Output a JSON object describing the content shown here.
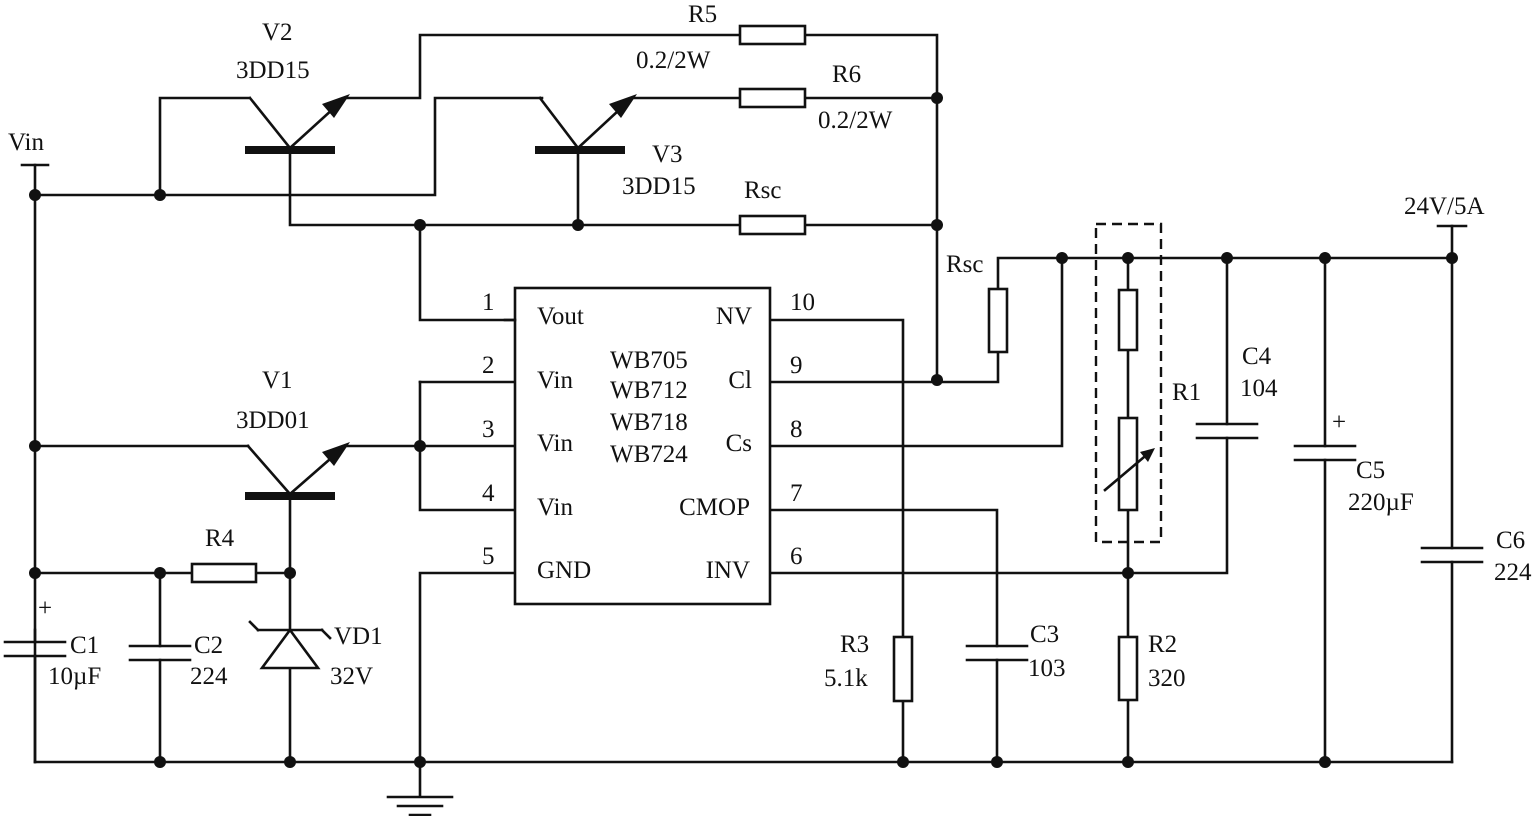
{
  "ic": {
    "part_numbers": [
      "WB705",
      "WB712",
      "WB718",
      "WB724"
    ],
    "pins": {
      "p1": {
        "num": "1",
        "name": "Vout"
      },
      "p2": {
        "num": "2",
        "name": "Vin"
      },
      "p3": {
        "num": "3",
        "name": "Vin"
      },
      "p4": {
        "num": "4",
        "name": "Vin"
      },
      "p5": {
        "num": "5",
        "name": "GND"
      },
      "p6": {
        "num": "6",
        "name": "INV"
      },
      "p7": {
        "num": "7",
        "name": "CMOP"
      },
      "p8": {
        "num": "8",
        "name": "Cs"
      },
      "p9": {
        "num": "9",
        "name": "Cl"
      },
      "p10": {
        "num": "10",
        "name": "NV"
      }
    }
  },
  "components": {
    "v1": {
      "ref": "V1",
      "value": "3DD01"
    },
    "v2": {
      "ref": "V2",
      "value": "3DD15"
    },
    "v3": {
      "ref": "V3",
      "value": "3DD15"
    },
    "r1": {
      "ref": "R1"
    },
    "r2": {
      "ref": "R2",
      "value": "320"
    },
    "r3": {
      "ref": "R3",
      "value": "5.1k"
    },
    "r4": {
      "ref": "R4"
    },
    "r5": {
      "ref": "R5",
      "value": "0.2/2W"
    },
    "r6": {
      "ref": "R6",
      "value": "0.2/2W"
    },
    "rsc_top": {
      "ref": "Rsc"
    },
    "rsc_side": {
      "ref": "Rsc"
    },
    "c1": {
      "ref": "C1",
      "value": "10µF",
      "polarity": "+"
    },
    "c2": {
      "ref": "C2",
      "value": "224"
    },
    "c3": {
      "ref": "C3",
      "value": "103"
    },
    "c4": {
      "ref": "C4",
      "value": "104"
    },
    "c5": {
      "ref": "C5",
      "value": "220µF",
      "polarity": "+"
    },
    "c6": {
      "ref": "C6",
      "value": "224"
    },
    "vd1": {
      "ref": "VD1",
      "value": "32V"
    }
  },
  "terminals": {
    "input": "Vin",
    "output": "24V/5A"
  }
}
